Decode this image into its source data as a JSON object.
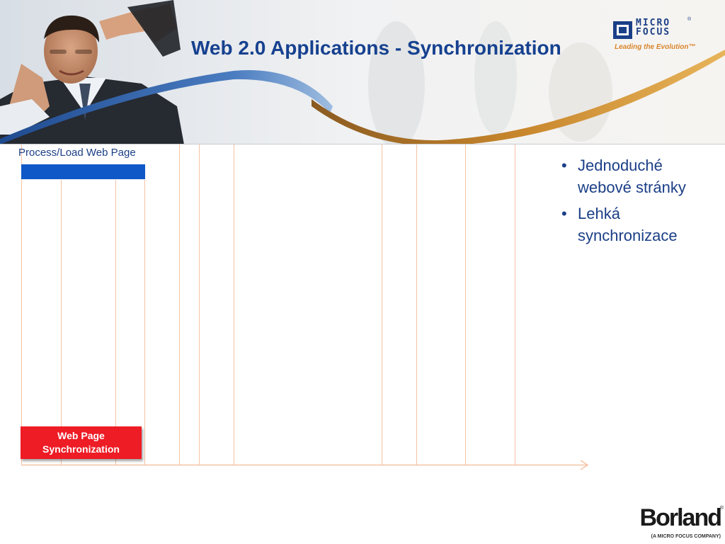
{
  "slide": {
    "title": "Web 2.0 Applications - Synchronization"
  },
  "logos": {
    "micro_focus": {
      "name": "MICRO\nFOCUS",
      "registered": "®",
      "tagline": "Leading the Evolution™"
    },
    "borland": {
      "name": "Borland",
      "registered": "®",
      "tagline": "(A MICRO FOCUS COMPANY)"
    }
  },
  "diagram": {
    "process_label": "Process/Load Web Page",
    "sync_button_label": "Web Page Synchronization"
  },
  "bullets": {
    "marker": "•",
    "items": [
      "Jednoduché webové stránky",
      "Lehká synchronizace"
    ]
  },
  "colors": {
    "title": "#16418f",
    "text": "#1b3f87",
    "process_bar": "#0f58c8",
    "sync_button": "#ee1c25",
    "timeline": "#f5c2a4",
    "swoosh_blue": "#2e5ea6",
    "swoosh_gold": "#c8862c"
  },
  "icons": {
    "header_photo": "man-framing-hands-photo",
    "micro_focus_mark": "micro-focus-square-logo",
    "timeline_arrow": "arrow-right-icon"
  }
}
